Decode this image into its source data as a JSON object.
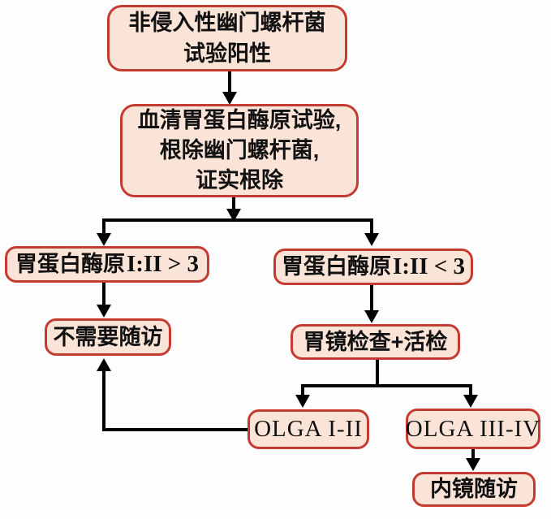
{
  "colors": {
    "box-fill": "#fae3d7",
    "box-border": "#c43b32",
    "arrow": "#000000",
    "text": "#111111"
  },
  "nodes": {
    "noninvasive": {
      "line1": "非侵入性幽门螺杆菌",
      "line2": "试验阳性"
    },
    "serum": {
      "line1": "血清胃蛋白酶原试验,",
      "line2": "根除幽门螺杆菌,",
      "line3": "证实根除"
    },
    "pg_gt3": {
      "prefix": "胃蛋白酶原",
      "ratio": "I:II > 3"
    },
    "pg_lt3": {
      "prefix": "胃蛋白酶原",
      "ratio": "I:II < 3"
    },
    "no_followup": {
      "label": "不需要随访"
    },
    "gastroscopy": {
      "label": "胃镜检查+活检"
    },
    "olga12": {
      "label": "OLGA I-II"
    },
    "olga34": {
      "label": "OLGA III-IV"
    },
    "endo_followup": {
      "label": "内镜随访"
    }
  }
}
